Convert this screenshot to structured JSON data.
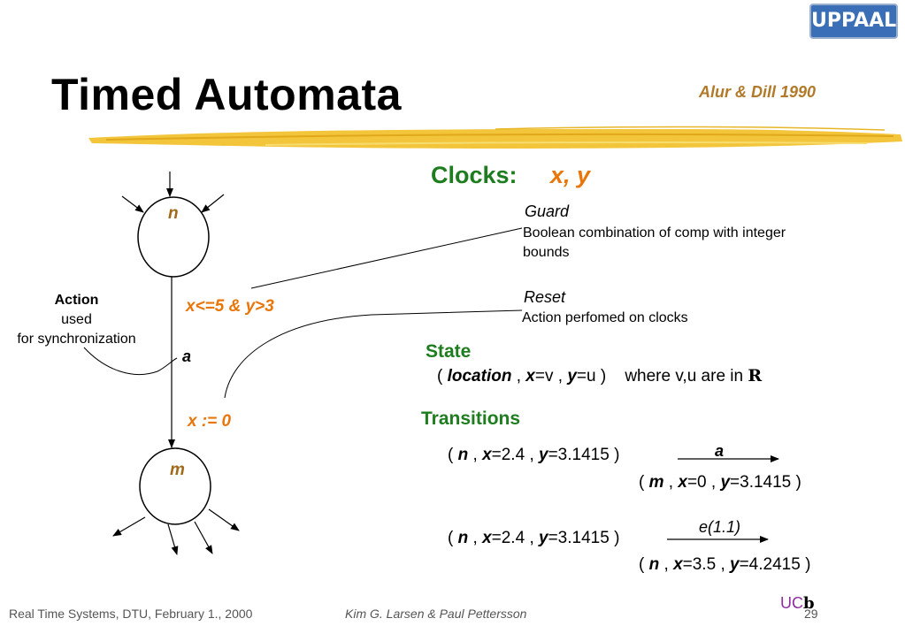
{
  "slide": {
    "title": "Timed Automata",
    "credit": "Alur & Dill 1990",
    "logo_text": "UPPAAL"
  },
  "clocks": {
    "label": "Clocks:",
    "vars": "x, y"
  },
  "guard": {
    "title": "Guard",
    "desc": "Boolean combination of comp with integer bounds"
  },
  "reset": {
    "title": "Reset",
    "desc": "Action perfomed on clocks"
  },
  "action": {
    "title": "Action",
    "line1": "used",
    "line2": "for synchronization"
  },
  "automaton": {
    "source_location": "n",
    "target_location": "m",
    "guard_expr": "x<=5 & y>3",
    "action_label": "a",
    "reset_expr": "x := 0"
  },
  "state": {
    "title": "State",
    "open": "(",
    "location": "location",
    "sep": ",",
    "x": "x",
    "x_val": "=v",
    "y": "y",
    "y_val": "=u",
    "close": ")",
    "where": "where v,u are in",
    "reals": "R"
  },
  "transitions": {
    "title": "Transitions",
    "items": [
      {
        "src": {
          "loc": "n",
          "x": "=2.4",
          "y": "=3.1415"
        },
        "label": "a",
        "dst": {
          "loc": "m",
          "x": "=0",
          "y": "=3.1415"
        }
      },
      {
        "src": {
          "loc": "n",
          "x": "=2.4",
          "y": "=3.1415"
        },
        "label": "e(1.1)",
        "dst": {
          "loc": "n",
          "x": "=3.5",
          "y": "=4.2415"
        }
      }
    ]
  },
  "footer": {
    "left": "Real Time Systems, DTU, February 1., 2000",
    "authors": "Kim G. Larsen & Paul Pettersson",
    "uc": "UC",
    "uc_b": "b",
    "page": "29"
  },
  "colors": {
    "clocks_green": "#1e7d1e",
    "expr_orange": "#e8760a",
    "location_brown": "#a06a1a",
    "credit_gold": "#b07a2a",
    "brush_yellow": "#f2c230"
  }
}
